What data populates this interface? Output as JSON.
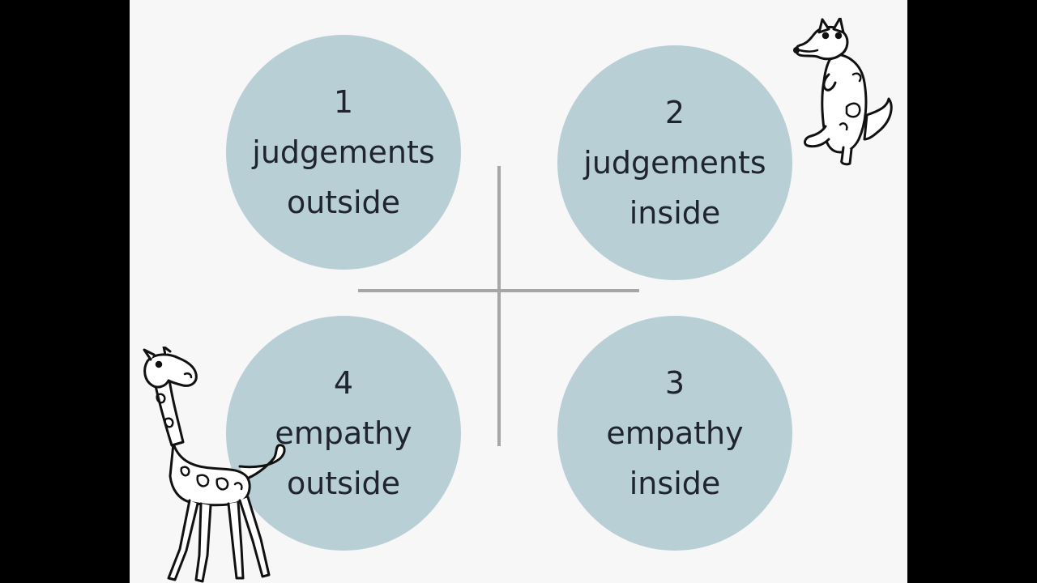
{
  "quadrants": [
    {
      "number": "1",
      "line1": "judgements",
      "line2": "outside"
    },
    {
      "number": "2",
      "line1": "judgements",
      "line2": "inside"
    },
    {
      "number": "3",
      "line1": "empathy",
      "line2": "inside"
    },
    {
      "number": "4",
      "line1": "empathy",
      "line2": "outside"
    }
  ],
  "colors": {
    "circle": "#b9cfd6",
    "text": "#1f2430",
    "divider": "#a6a6a6",
    "background": "#f7f7f8"
  },
  "illustrations": [
    "wolf-cartoon",
    "giraffe-cartoon"
  ]
}
